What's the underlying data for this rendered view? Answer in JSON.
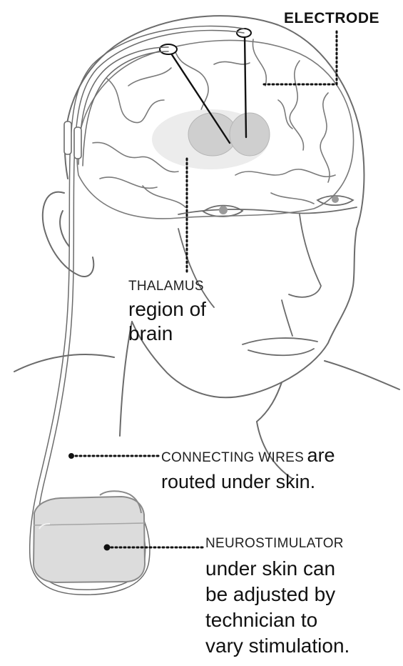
{
  "labels": {
    "electrode": "ELECTRODE",
    "thalamus_title": "THALAMUS",
    "thalamus_desc_line1": "region of",
    "thalamus_desc_line2": "brain",
    "wires_title": "CONNECTING WIRES",
    "wires_desc_line1": "are",
    "wires_desc_line2": "routed under skin.",
    "stim_title": "NEUROSTIMULATOR",
    "stim_desc_line1": "under skin can",
    "stim_desc_line2": "be adjusted by",
    "stim_desc_line3": "technician to",
    "stim_desc_line4": "vary stimulation."
  },
  "colors": {
    "line": "#6b6b6b",
    "thalamus_fill": "#cfcfcf",
    "device_fill": "#d8d8d8",
    "leader": "#111111"
  }
}
